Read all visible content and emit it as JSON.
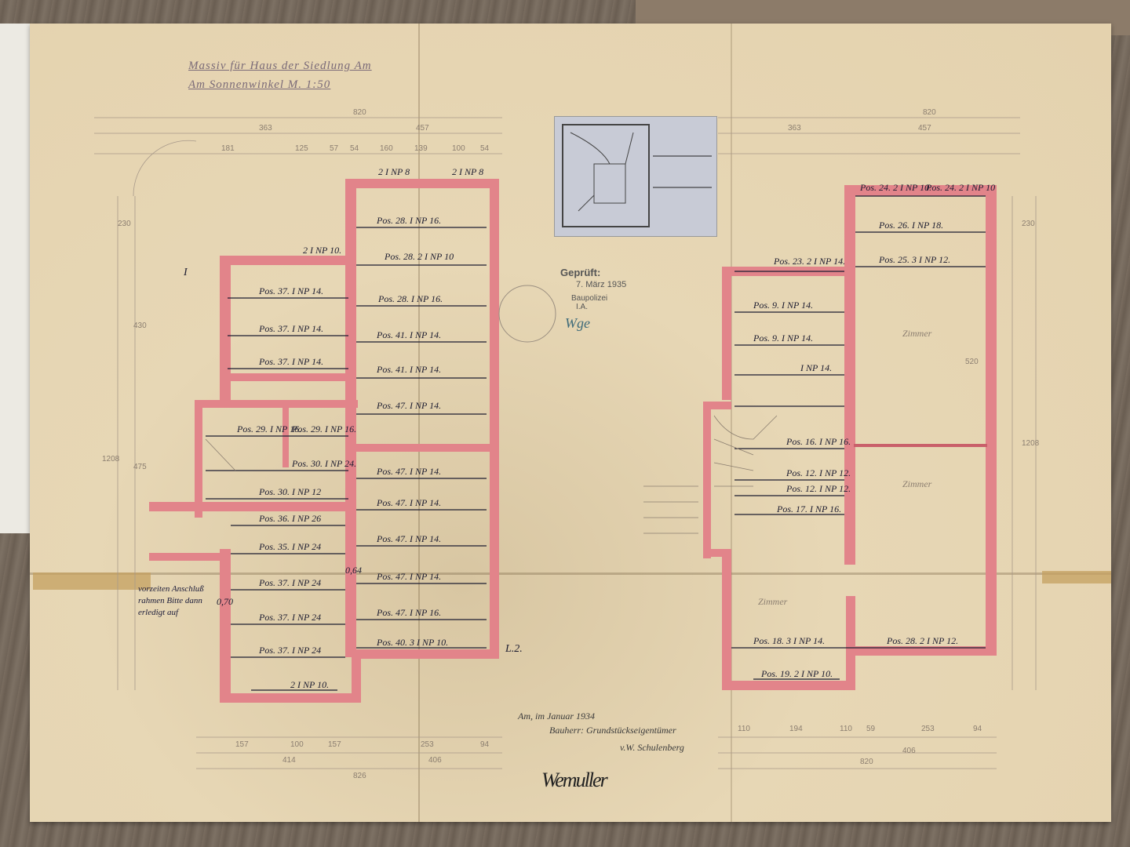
{
  "document": {
    "title_line_1": "Massiv für Haus der Siedlung Am",
    "title_line_2": "Am Sonnenwinkel M. 1:50",
    "stamp": {
      "heading": "Geprüft:",
      "date": "7. März 1935",
      "authority": "Baupolizei",
      "sub": "I.A."
    },
    "stamp_signature": "Wge",
    "page_marker": "L.2.",
    "left_mark": "I",
    "bottom_place_date": "Am, im Januar 1934",
    "bottom_owner_line": "Bauherr: Grundstückseigentümer",
    "bottom_owner_name": "v.W. Schulenberg",
    "bottom_signature": "Wemuller",
    "margin_note": "vorzeiten Anschluß rahmen Bitte dann erledigt auf",
    "small_value_1": "0,64",
    "small_value_2": "0,70"
  },
  "left_plan": {
    "dims_top": [
      "820",
      "363",
      "457",
      "181",
      "125",
      "57",
      "54",
      "160",
      "139",
      "100",
      "54"
    ],
    "dims_side": [
      "230",
      "430",
      "475",
      "1208"
    ],
    "dims_bottom": [
      "157",
      "100",
      "157",
      "253",
      "94",
      "414",
      "406",
      "826"
    ],
    "labels": [
      {
        "id": "l1",
        "text": "2 I NP 8"
      },
      {
        "id": "l2",
        "text": "2 I NP 8"
      },
      {
        "id": "l3",
        "text": "Pos. 28. I NP 16."
      },
      {
        "id": "l4",
        "text": "2 I NP 10."
      },
      {
        "id": "l5",
        "text": "Pos. 28. 2 I NP 10"
      },
      {
        "id": "l6",
        "text": "Pos. 37. I NP 14."
      },
      {
        "id": "l7",
        "text": "Pos. 28. I NP 16."
      },
      {
        "id": "l8",
        "text": "Pos. 37. I NP 14."
      },
      {
        "id": "l9",
        "text": "Pos. 41. I NP 14."
      },
      {
        "id": "l10",
        "text": "Pos. 37. I NP 14."
      },
      {
        "id": "l11",
        "text": "Pos. 41. I NP 14."
      },
      {
        "id": "l12",
        "text": "Pos. 47. I NP 14."
      },
      {
        "id": "l13",
        "text": "Pos. 29. I NP 16."
      },
      {
        "id": "l14",
        "text": "Pos. 29. I NP 16."
      },
      {
        "id": "l15",
        "text": "Pos. 30. I NP 24."
      },
      {
        "id": "l16",
        "text": "Pos. 47. I NP 14."
      },
      {
        "id": "l17",
        "text": "Pos. 30. I NP 12"
      },
      {
        "id": "l18",
        "text": "Pos. 47. I NP 14."
      },
      {
        "id": "l19",
        "text": "Pos. 36. I NP 26"
      },
      {
        "id": "l20",
        "text": "Pos. 47. I NP 14."
      },
      {
        "id": "l21",
        "text": "Pos. 35. I NP 24"
      },
      {
        "id": "l22",
        "text": "Pos. 47. I NP 14."
      },
      {
        "id": "l23",
        "text": "Pos. 37. I NP 24"
      },
      {
        "id": "l24",
        "text": "Pos. 47. I NP 16."
      },
      {
        "id": "l25",
        "text": "Pos. 37. I NP 24"
      },
      {
        "id": "l26",
        "text": "Pos. 40. 3 I NP 10."
      },
      {
        "id": "l27",
        "text": "Pos. 37. I NP 24"
      },
      {
        "id": "l28",
        "text": "2 I NP 10."
      }
    ]
  },
  "right_plan": {
    "dims_top": [
      "820",
      "363",
      "457"
    ],
    "dims_side": [
      "230",
      "520",
      "1208"
    ],
    "dims_bottom": [
      "110",
      "194",
      "110",
      "59",
      "253",
      "94",
      "406",
      "820"
    ],
    "room_names": [
      "Zimmer",
      "Zimmer",
      "Zimmer"
    ],
    "labels": [
      {
        "id": "r1",
        "text": "Pos. 24. 2 I NP 10."
      },
      {
        "id": "r2",
        "text": "Pos. 24. 2 I NP 10"
      },
      {
        "id": "r3",
        "text": "Pos. 26. I NP 18."
      },
      {
        "id": "r4",
        "text": "Pos. 23. 2 I NP 14."
      },
      {
        "id": "r5",
        "text": "Pos. 25. 3 I NP 12."
      },
      {
        "id": "r6",
        "text": "Pos. 9. I NP 14."
      },
      {
        "id": "r7",
        "text": "Pos. 9. I NP 14."
      },
      {
        "id": "r8",
        "text": "I NP 14."
      },
      {
        "id": "r9",
        "text": "Pos. 16. I NP 16."
      },
      {
        "id": "r10",
        "text": "Pos. 12. I NP 12."
      },
      {
        "id": "r11",
        "text": "Pos. 12. I NP 12."
      },
      {
        "id": "r12",
        "text": "Pos. 17. I NP 16."
      },
      {
        "id": "r13",
        "text": "Pos. 18. 3 I NP 14."
      },
      {
        "id": "r14",
        "text": "Pos. 28. 2 I NP 12."
      },
      {
        "id": "r15",
        "text": "Pos. 19. 2 I NP 10."
      }
    ]
  },
  "colors": {
    "wall": "#e2848a",
    "wall_dark": "#c9606a",
    "ink": "#1c1c30",
    "pencil": "#8b7e70",
    "paper": "#e4d2ae"
  }
}
